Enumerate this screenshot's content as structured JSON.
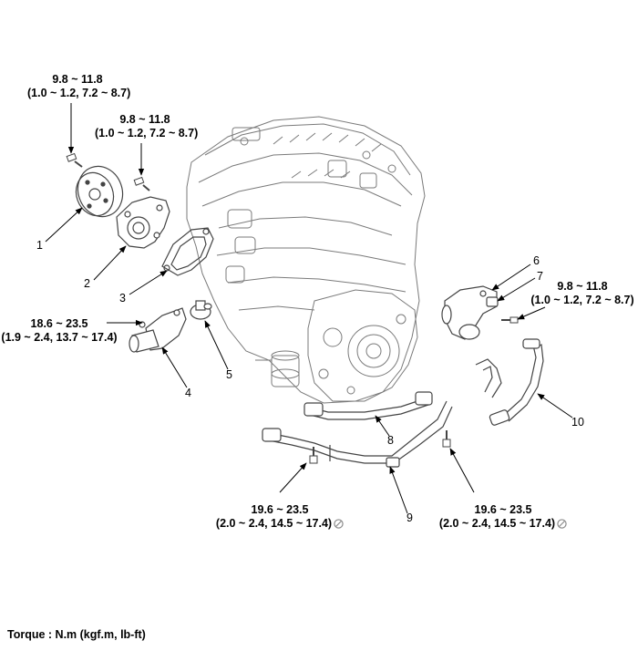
{
  "torque_labels": {
    "pulley_bolt": [
      "9.8 ~ 11.8",
      "(1.0 ~ 1.2, 7.2 ~ 8.7)"
    ],
    "pump_bolt": [
      "9.8 ~ 11.8",
      "(1.0 ~ 1.2, 7.2 ~ 8.7)"
    ],
    "inlet_bolt": [
      "18.6 ~ 23.5",
      "(1.9 ~ 2.4, 13.7 ~ 17.4)"
    ],
    "outlet_bolt": [
      "9.8 ~ 11.8",
      "(1.0 ~ 1.2, 7.2 ~ 8.7)"
    ],
    "pipe_bolt_left": [
      "19.6 ~ 23.5",
      "(2.0 ~ 2.4, 14.5 ~ 17.4)"
    ],
    "pipe_bolt_right": [
      "19.6 ~ 23.5",
      "(2.0 ~ 2.4, 14.5 ~ 17.4)"
    ]
  },
  "part_numbers": [
    "1",
    "2",
    "3",
    "4",
    "5",
    "6",
    "7",
    "8",
    "9",
    "10"
  ],
  "footer": "Torque : N.m (kgf.m, lb-ft)",
  "icons": {
    "no_reuse": "prohibited-circle-icon",
    "bolt": "bolt-icon"
  },
  "colors": {
    "ink": "#000000",
    "line_art": "#6e6e6e",
    "symbol": "#888888"
  }
}
